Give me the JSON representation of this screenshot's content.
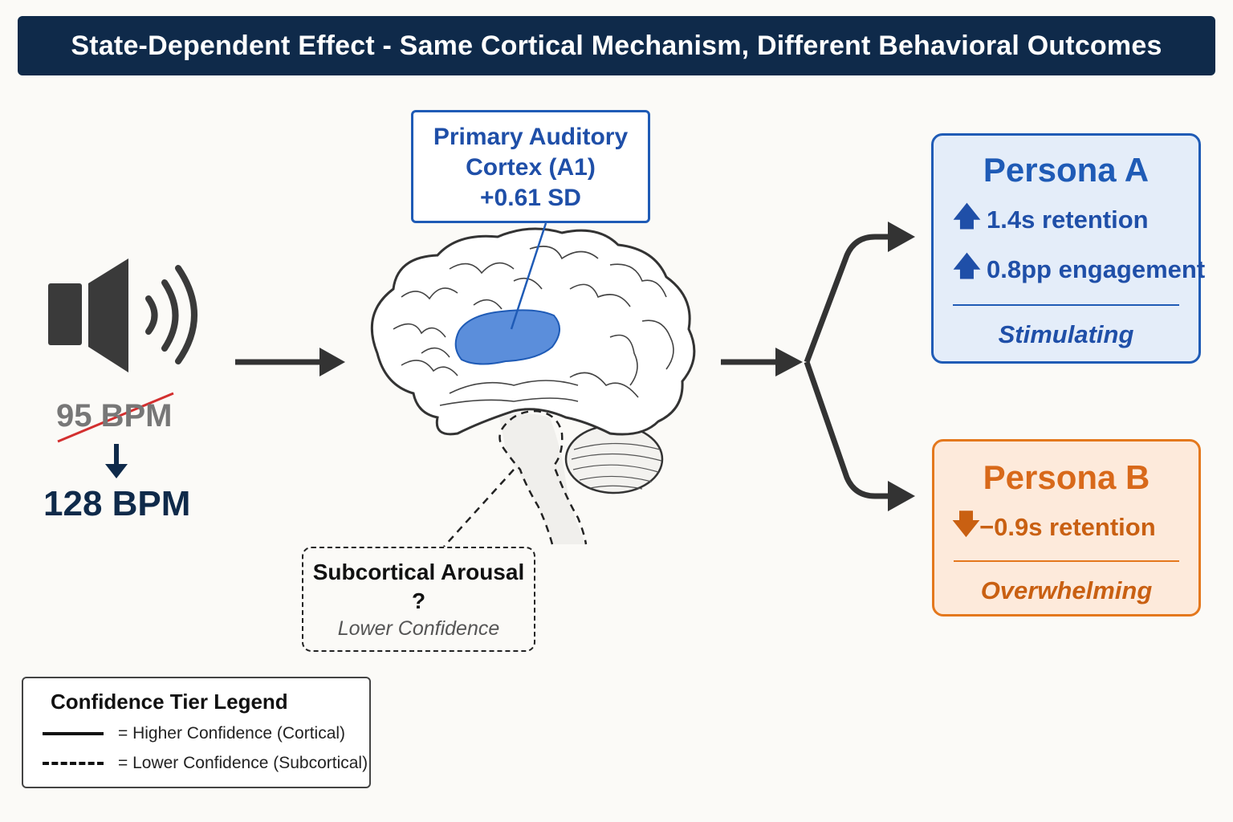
{
  "title": "State-Dependent Effect - Same Cortical Mechanism, Different Behavioral Outcomes",
  "input": {
    "old_tempo": "95 BPM",
    "new_tempo": "128 BPM",
    "icon": "speaker-icon"
  },
  "cortex": {
    "line1": "Primary Auditory",
    "line2": "Cortex (A1)",
    "line3": "+0.61 SD",
    "highlight_color": "#5b8edb"
  },
  "subcortical": {
    "title": "Subcortical Arousal",
    "mark": "?",
    "confidence": "Lower Confidence"
  },
  "persona_a": {
    "title": "Persona A",
    "metrics": [
      {
        "arrow": "🡅",
        "text": "1.4s retention"
      },
      {
        "arrow": "🡅",
        "text": "0.8pp engagement"
      }
    ],
    "descriptor": "Stimulating",
    "color": "#1f5bb6"
  },
  "persona_b": {
    "title": "Persona B",
    "metrics": [
      {
        "arrow": "🡇",
        "text": "−0.9s retention"
      }
    ],
    "descriptor": "Overwhelming",
    "color": "#e4781d"
  },
  "legend": {
    "title": "Confidence Tier Legend",
    "solid_label": "= Higher Confidence (Cortical)",
    "dashed_label": "= Lower Confidence (Subcortical)"
  }
}
